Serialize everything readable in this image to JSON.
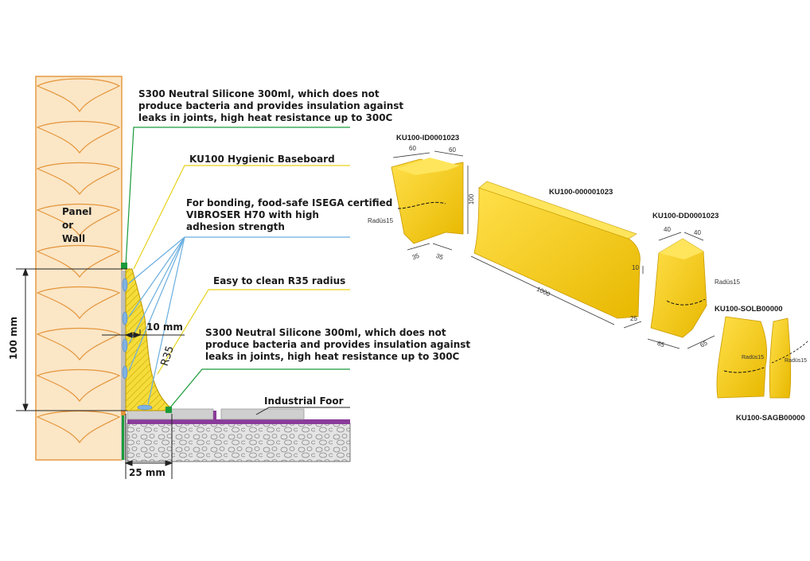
{
  "callouts": {
    "silicone_top": "S300 Neutral Silicone 300ml, which does not\nproduce bacteria and provides insulation against\nleaks in joints, high heat resistance up to 300C",
    "baseboard": "KU100 Hygienic Baseboard",
    "bonding": "For bonding, food-safe ISEGA certified\nVIBROSER H70 with high\nadhesion strength",
    "radius": "Easy to clean R35 radius",
    "silicone_bottom": "S300 Neutral Silicone 300ml, which does not\nproduce bacteria and provides insulation against\nleaks in joints, high heat resistance up to 300C",
    "floor": "Industrial Foor"
  },
  "wall_label": "Panel\nor\nWall",
  "dimensions": {
    "height": "100 mm",
    "thickness": "10 mm",
    "radius": "R35",
    "depth": "25 mm"
  },
  "products": {
    "inner_corner": {
      "code": "KU100-ID0001023",
      "w1": "60",
      "w2": "60",
      "h": "100",
      "b1": "35",
      "b2": "35",
      "radius": "Radüs15"
    },
    "straight": {
      "code": "KU100-000001023",
      "length": "1000",
      "thickness": "10",
      "depth": "25"
    },
    "outer_corner": {
      "code": "KU100-DD0001023",
      "w1": "40",
      "w2": "40",
      "b1": "65",
      "b2": "65",
      "radius": "Radüs15"
    },
    "end_left": {
      "code": "KU100-SOLB00000",
      "radius": "Radüs15"
    },
    "end_right": {
      "code": "KU100-SAGB00000",
      "radius": "Radüs15"
    }
  },
  "colors": {
    "baseboard": "#f5cf1f",
    "wall": "#f7dcb0",
    "green_leader": "#1a9a3a",
    "yellow_leader": "#e6d21a",
    "blue_leader": "#6aaee0",
    "floor_grey": "#c9c9c9",
    "purple": "#8a3b9a"
  }
}
